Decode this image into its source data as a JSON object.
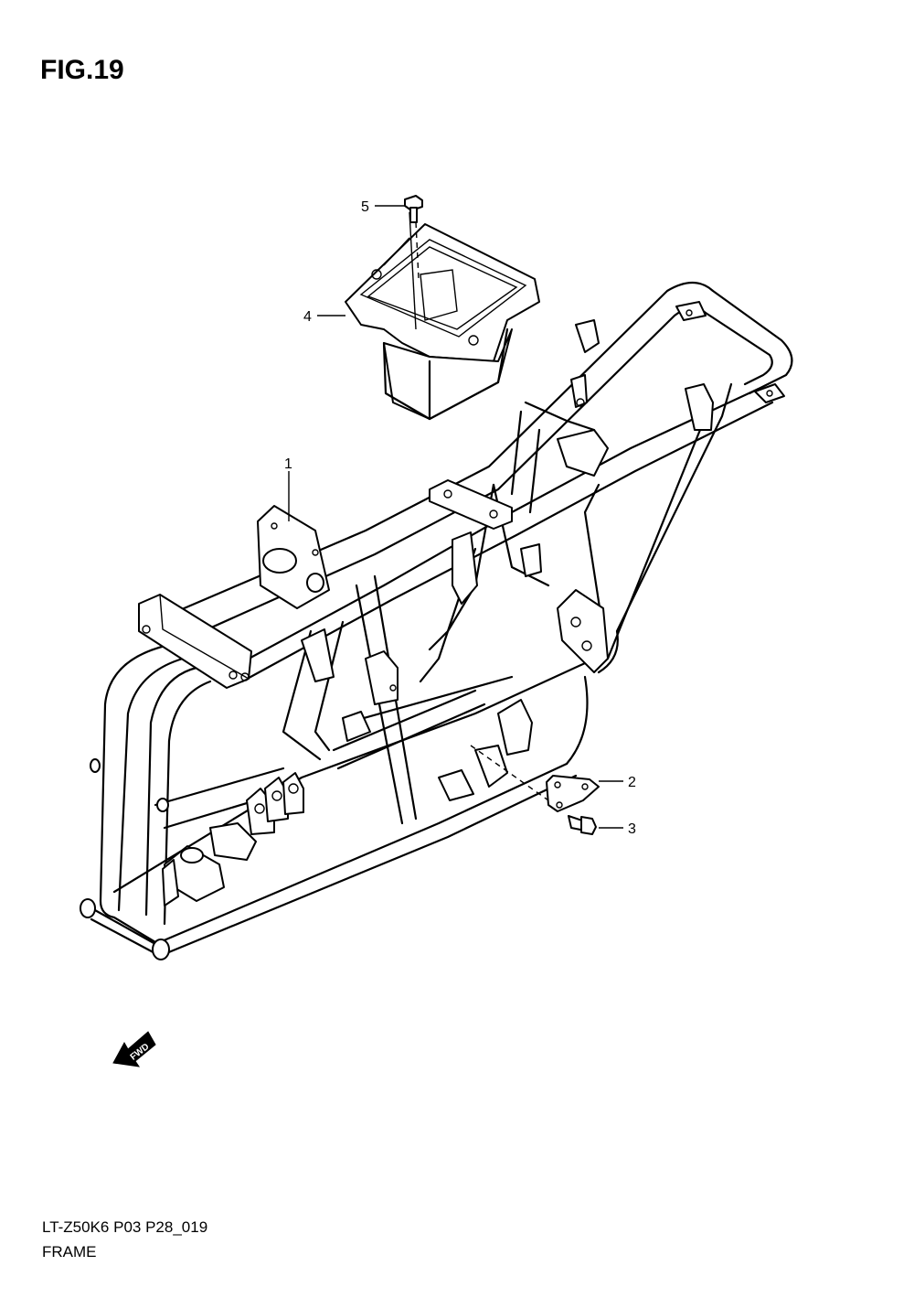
{
  "figure": {
    "title": "FIG.19"
  },
  "footer": {
    "code": "LT-Z50K6 P03 P28_019",
    "name": "FRAME"
  },
  "callouts": [
    {
      "id": "callout-1",
      "label": "1"
    },
    {
      "id": "callout-2",
      "label": "2"
    },
    {
      "id": "callout-3",
      "label": "3"
    },
    {
      "id": "callout-4",
      "label": "4"
    },
    {
      "id": "callout-5",
      "label": "5"
    }
  ],
  "fwd_badge": {
    "label": "FWD",
    "icon": "forward-arrow-icon"
  }
}
